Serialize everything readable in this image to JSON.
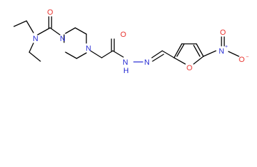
{
  "molecule": {
    "atoms": {
      "o_carbonyl_urea": "O",
      "n_amide": "N",
      "n_pip_1": "N",
      "n_pip_4": "N",
      "o_carbonyl_hydrazide": "O",
      "n_hydrazide_nh": "N",
      "h_hydrazide": "H",
      "n_imine": "N",
      "o_furan": "O",
      "n_nitro": "N",
      "n_nitro_charge": "+",
      "o_nitro_1": "O",
      "o_nitro_2": "O",
      "o_nitro_2_charge": "−"
    },
    "colors": {
      "bond": "#000000",
      "nitrogen": "#2a2fd4",
      "oxygen": "#e8312d"
    }
  }
}
